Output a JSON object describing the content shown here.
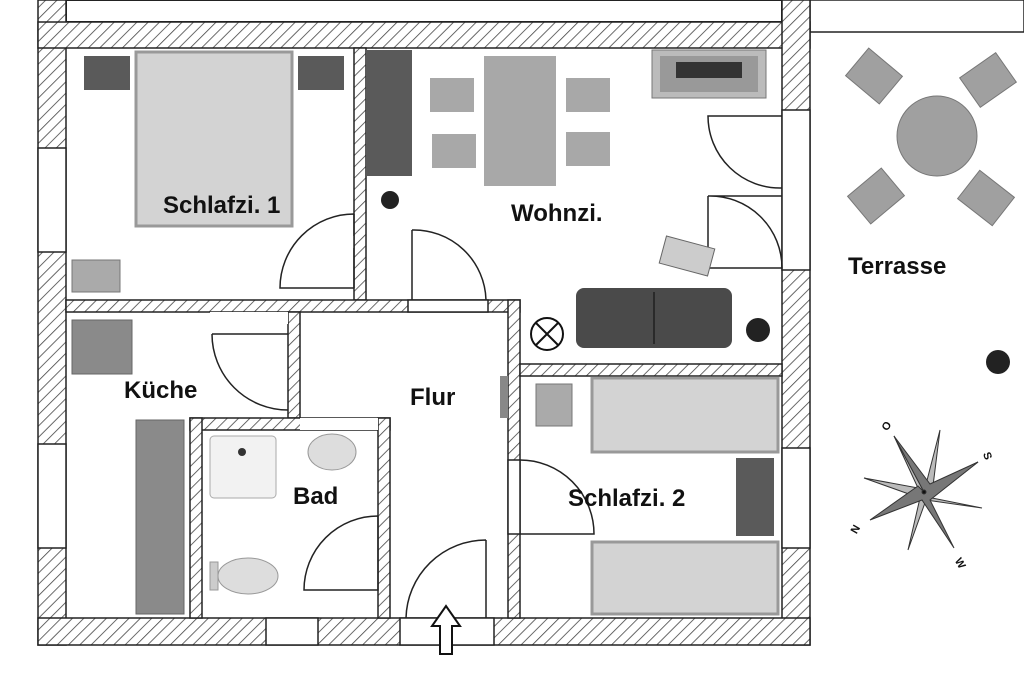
{
  "rooms": {
    "schlafzimmer1": "Schlafzi. 1",
    "wohnzimmer": "Wohnzi.",
    "terrasse": "Terrasse",
    "kueche": "Küche",
    "flur": "Flur",
    "bad": "Bad",
    "schlafzimmer2": "Schlafzi. 2"
  },
  "compass": {
    "north": "N",
    "east": "O",
    "south": "S",
    "west": "W"
  },
  "colors": {
    "wall_hatch": "#555555",
    "furniture": "#8a8a8a",
    "furniture_dark": "#5a5a5a",
    "furniture_light": "#d8d8d8"
  }
}
